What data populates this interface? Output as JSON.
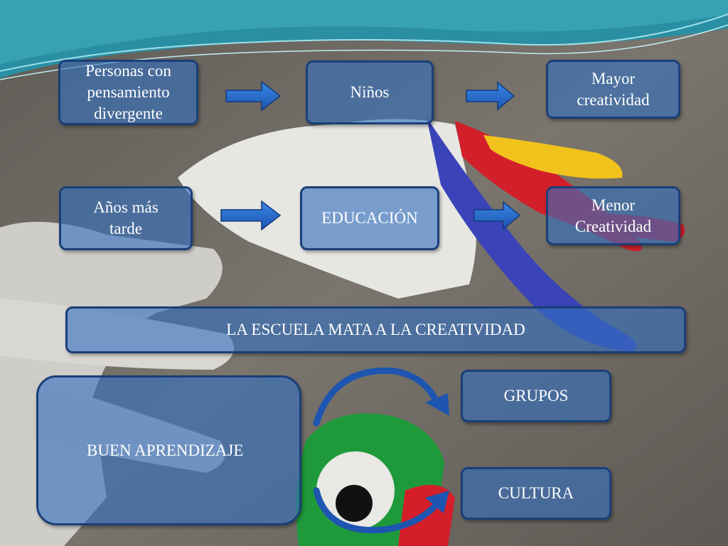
{
  "diagram": {
    "row1": {
      "box1": "Personas con pensamiento divergente",
      "box2": "Niños",
      "box3": "Mayor creatividad"
    },
    "row2": {
      "box1": "Años más tarde",
      "box2": "EDUCACIÓN",
      "box3": "Menor Creatividad"
    },
    "banner": "LA ESCUELA MATA A LA CREATIVIDAD",
    "learning": "BUEN APRENDIZAJE",
    "groups": "GRUPOS",
    "culture": "CULTURA"
  },
  "colors": {
    "box_fill": "#3470be",
    "box_border": "#1a3f78",
    "arrow": "#2b6fd0",
    "top_wave": "#2a8fa3"
  }
}
